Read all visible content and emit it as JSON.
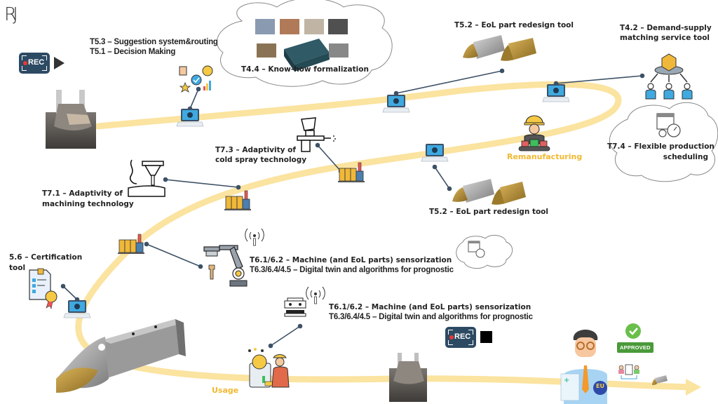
{
  "logo": {
    "glyph": "RJ"
  },
  "recording_controls": {
    "top": {
      "rec_label": "REC",
      "action": "play-icon"
    },
    "bottom": {
      "rec_label": "REC",
      "action": "stop-icon"
    }
  },
  "stages": {
    "remanufacturing": "Remanufacturing",
    "usage": "Usage"
  },
  "labels": {
    "t53": "T5.3 – Suggestion system&routing",
    "t51": "T5.1 – Decision Making",
    "t44": "T4.4 – Know-how formalization",
    "t52_top": "T5.2 – EoL part redesign tool",
    "t42_line1": "T4.2 – Demand-supply",
    "t42_line2": "matching service tool",
    "t74_line1": "T7.4 – Flexible production",
    "t74_line2": "scheduling",
    "t73_line1": "T7.3 – Adaptivity of",
    "t73_line2": "cold spray technology",
    "t71_line1": "T7.1 – Adaptivity of",
    "t71_line2": "machining technology",
    "t52_bottom": "T5.2 – EoL part redesign tool",
    "c56_line1": "5.6 – Certification",
    "c56_line2": "tool",
    "t61_a_line1": "T6.1/6.2 – Machine (and EoL parts) sensorization",
    "t61_a_line2": "T6.3/6.4/4.5 – Digital twin and algorithms for prognostic",
    "t61_b_line1": "T6.1/6.2 – Machine (and EoL parts) sensorization",
    "t61_b_line2": "T6.3/6.4/4.5 – Digital twin and algorithms for prognostic"
  },
  "badges": {
    "approved": "APPROVED",
    "eu": "EU"
  },
  "colors": {
    "path": "#fbe3a0",
    "connector": "#3d5166",
    "stage_text": "#f2b830",
    "rec_bg": "#2d4a63",
    "rec_dot": "#e53935",
    "laptop_screen": "#3fa9e0",
    "factory": "#f0b83a",
    "gold_part": "#b8913a",
    "steel_part": "#a9a9a9"
  }
}
